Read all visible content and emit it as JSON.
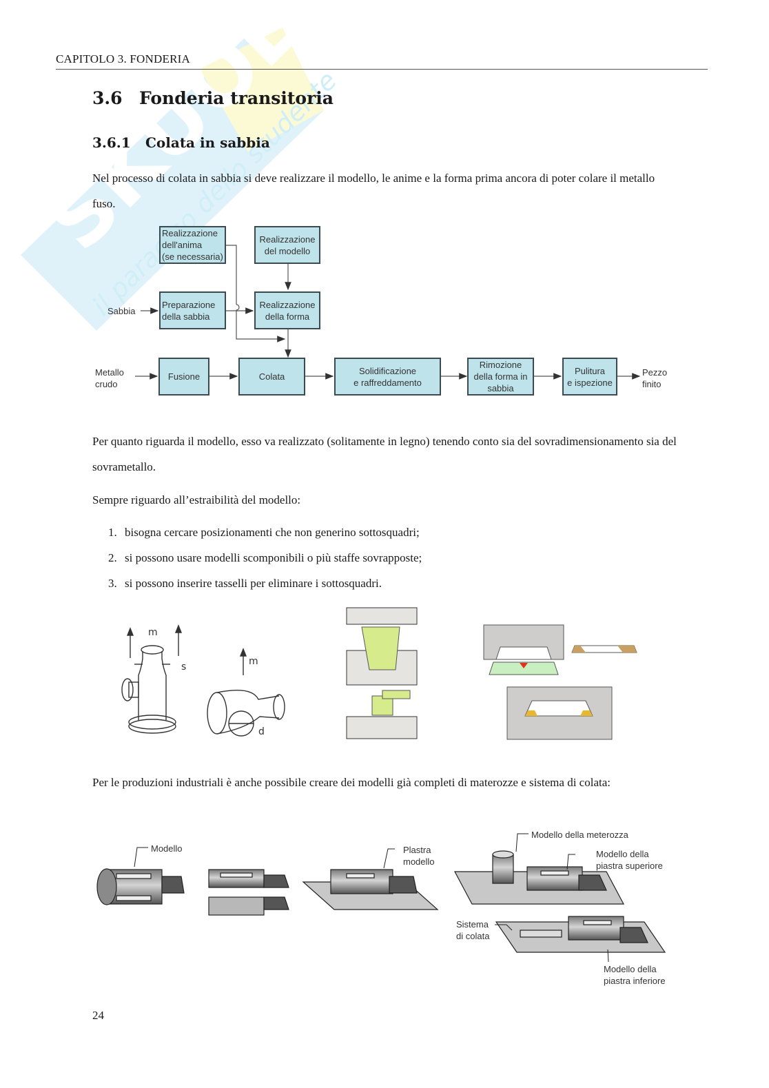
{
  "header": {
    "running_title": "CAPITOLO 3.  FONDERIA"
  },
  "section": {
    "number": "3.6",
    "title": "Fonderia transitoria"
  },
  "subsection": {
    "number": "3.6.1",
    "title": "Colata in sabbia"
  },
  "paragraphs": {
    "intro": "Nel processo di colata in sabbia si deve realizzare il modello, le anime e la forma prima ancora di poter colare il metallo fuso.",
    "modello": "Per quanto riguarda il modello, esso va realizzato (solitamente in legno) tenendo conto sia del sovradimensionamento sia del sovrametallo.",
    "estraibilita": "Sempre riguardo all’estraibilità del modello:",
    "industriali": "Per le produzioni industriali è anche possibile creare dei modelli già completi di materozze e sistema di colata:"
  },
  "list": [
    {
      "n": "1.",
      "text": "bisogna cercare posizionamenti che non generino sottosquadri;"
    },
    {
      "n": "2.",
      "text": "si possono usare modelli scomponibili o più staffe sovrapposte;"
    },
    {
      "n": "3.",
      "text": "si possono inserire tasselli per eliminare i sottosquadri."
    }
  ],
  "flowchart": {
    "inputs": {
      "sabbia": "Sabbia",
      "metallo_1": "Metallo",
      "metallo_2": "crudo",
      "output_1": "Pezzo",
      "output_2": "finito"
    },
    "boxes": {
      "anima": [
        "Realizzazione",
        "dell'anima",
        "(se necessaria)"
      ],
      "modello": [
        "Realizzazione",
        "del modello"
      ],
      "sabbia": [
        "Preparazione",
        "della sabbia"
      ],
      "forma": [
        "Realizzazione",
        "della forma"
      ],
      "fusione": [
        "Fusione"
      ],
      "colata": [
        "Colata"
      ],
      "solidificazione": [
        "Solidificazione",
        "e raffreddamento"
      ],
      "rimozione": [
        "Rimozione",
        "della forma in",
        "sabbia"
      ],
      "pulitura": [
        "Pulitura",
        "e ispezione"
      ]
    },
    "box_color": "#bfe3ea"
  },
  "figure1": {
    "labels": {
      "m1": "m",
      "s": "s",
      "m2": "m",
      "d": "d"
    }
  },
  "figure2": {
    "labels": {
      "modello": "Modello",
      "plastra_1": "Plastra",
      "plastra_2": "modello",
      "materozza": "Modello della meterozza",
      "sup_1": "Modello della",
      "sup_2": "piastra superiore",
      "sistema_1": "Sistema",
      "sistema_2": "di colata",
      "inf_1": "Modello della",
      "inf_2": "piastra inferiore"
    }
  },
  "watermark": {
    "brand": "SKUOLA.net",
    "tagline": "il paradiso dello studente",
    "colors": [
      "#5bc6e8",
      "#f6ec5a"
    ]
  },
  "page_number": "24"
}
